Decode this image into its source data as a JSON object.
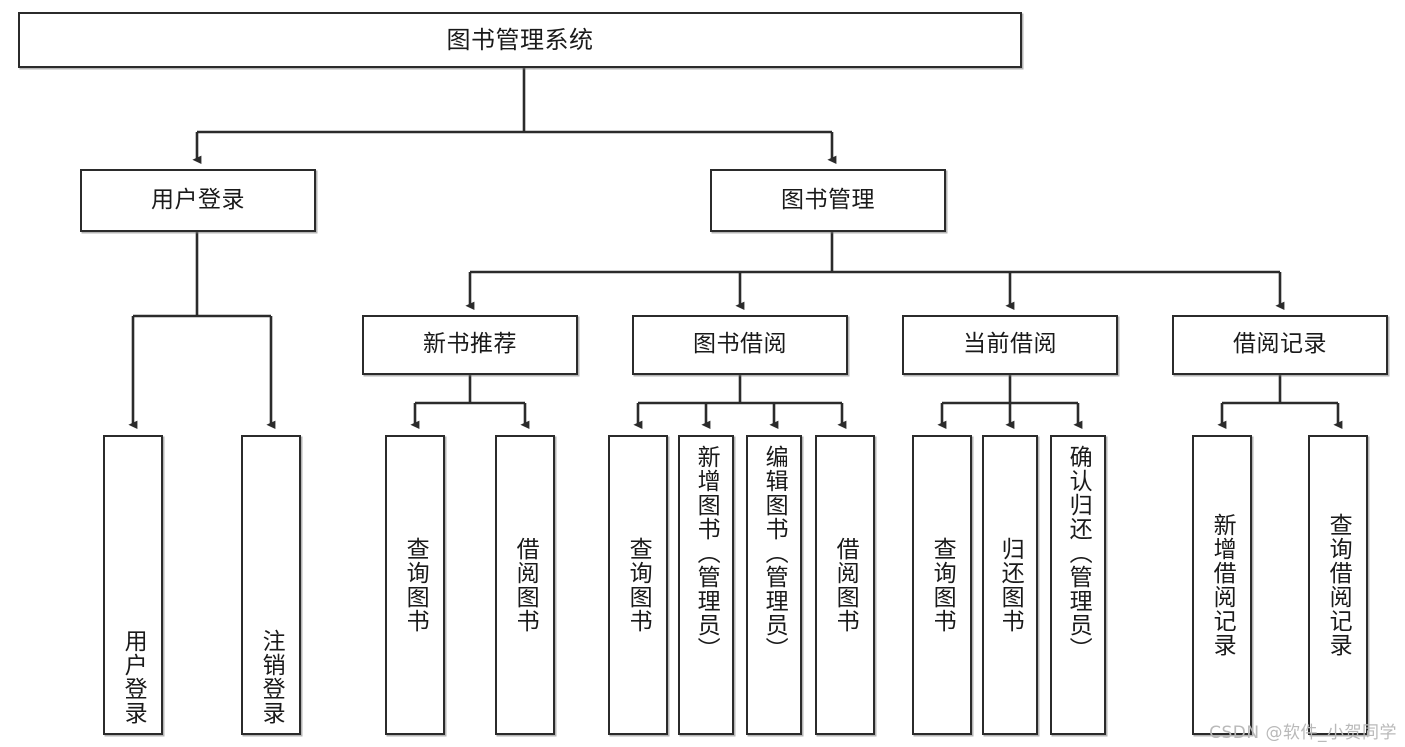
{
  "diagram": {
    "title": "图书管理系统",
    "type": "hierarchy-tree",
    "colors": {
      "node_border": "#2b2b2b",
      "node_fill": "#ffffff",
      "edge": "#2b2b2b",
      "background": "#ffffff",
      "watermark": "#b9b9b9"
    },
    "nodes": {
      "root": {
        "label": "图书管理系统"
      },
      "level1": [
        {
          "id": "user-login",
          "label": "用户登录"
        },
        {
          "id": "book-manage",
          "label": "图书管理"
        }
      ],
      "level2": [
        {
          "id": "new-book-recommend",
          "label": "新书推荐"
        },
        {
          "id": "book-borrow",
          "label": "图书借阅"
        },
        {
          "id": "current-borrow",
          "label": "当前借阅"
        },
        {
          "id": "borrow-record",
          "label": "借阅记录"
        }
      ],
      "leaves": {
        "user-login": [
          {
            "id": "leaf-user-login",
            "label": "用户登录"
          },
          {
            "id": "leaf-user-logout",
            "label": "注销登录"
          }
        ],
        "new-book-recommend": [
          {
            "id": "leaf-query-book-1",
            "label": "查询图书"
          },
          {
            "id": "leaf-borrow-book-1",
            "label": "借阅图书"
          }
        ],
        "book-borrow": [
          {
            "id": "leaf-query-book-2",
            "label": "查询图书"
          },
          {
            "id": "leaf-add-book",
            "label": "新增图书（管理员）"
          },
          {
            "id": "leaf-edit-book",
            "label": "编辑图书（管理员）"
          },
          {
            "id": "leaf-borrow-book-2",
            "label": "借阅图书"
          }
        ],
        "current-borrow": [
          {
            "id": "leaf-query-book-3",
            "label": "查询图书"
          },
          {
            "id": "leaf-return-book",
            "label": "归还图书"
          },
          {
            "id": "leaf-confirm-return",
            "label": "确认归还（管理员）"
          }
        ],
        "borrow-record": [
          {
            "id": "leaf-add-record",
            "label": "新增借阅记录"
          },
          {
            "id": "leaf-query-record",
            "label": "查询借阅记录"
          }
        ]
      }
    },
    "watermark": "CSDN @软件_小贺同学"
  }
}
